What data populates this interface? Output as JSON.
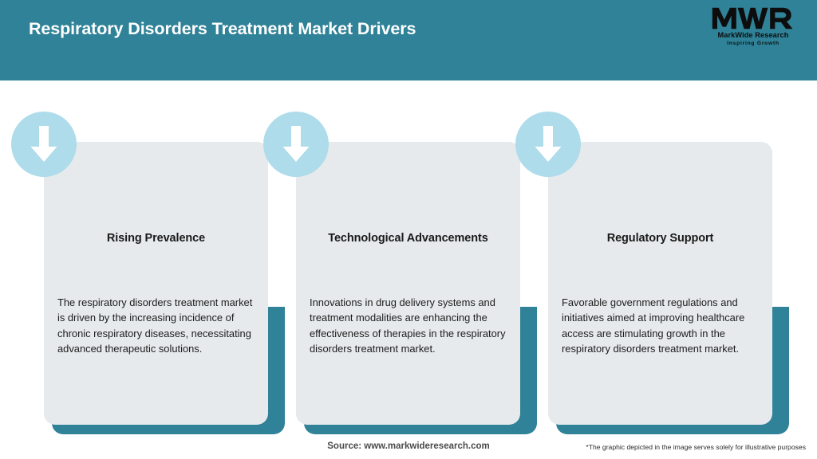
{
  "header": {
    "title": "Respiratory Disorders Treatment Market Drivers",
    "bar_color": "#2F8297",
    "title_color": "#FFFFFF"
  },
  "logo": {
    "mark": "MWR",
    "name": "MarkWide Research",
    "tagline": "Inspiring Growth"
  },
  "theme": {
    "accent_teal": "#2F8297",
    "card_gray": "#E6EAEC",
    "icon_circle_blue": "#AEDCEA",
    "arrow_white": "#FFFFFF",
    "background": "#FFFFFF"
  },
  "cards": [
    {
      "icon": "arrow-down-icon",
      "title": "Rising Prevalence",
      "body": "The respiratory disorders treatment market is driven by the increasing incidence of chronic respiratory diseases, necessitating advanced therapeutic solutions."
    },
    {
      "icon": "arrow-down-icon",
      "title": "Technological Advancements",
      "body": "Innovations in drug delivery systems and treatment modalities are enhancing the effectiveness of therapies in the respiratory disorders treatment market."
    },
    {
      "icon": "arrow-down-icon",
      "title": "Regulatory Support",
      "body": "Favorable government regulations and initiatives aimed at improving healthcare access are stimulating growth in the respiratory disorders treatment market."
    }
  ],
  "footer": {
    "source": "Source: www.markwideresearch.com",
    "disclaimer": "*The graphic depicted in the image serves solely for illustrative purposes"
  }
}
